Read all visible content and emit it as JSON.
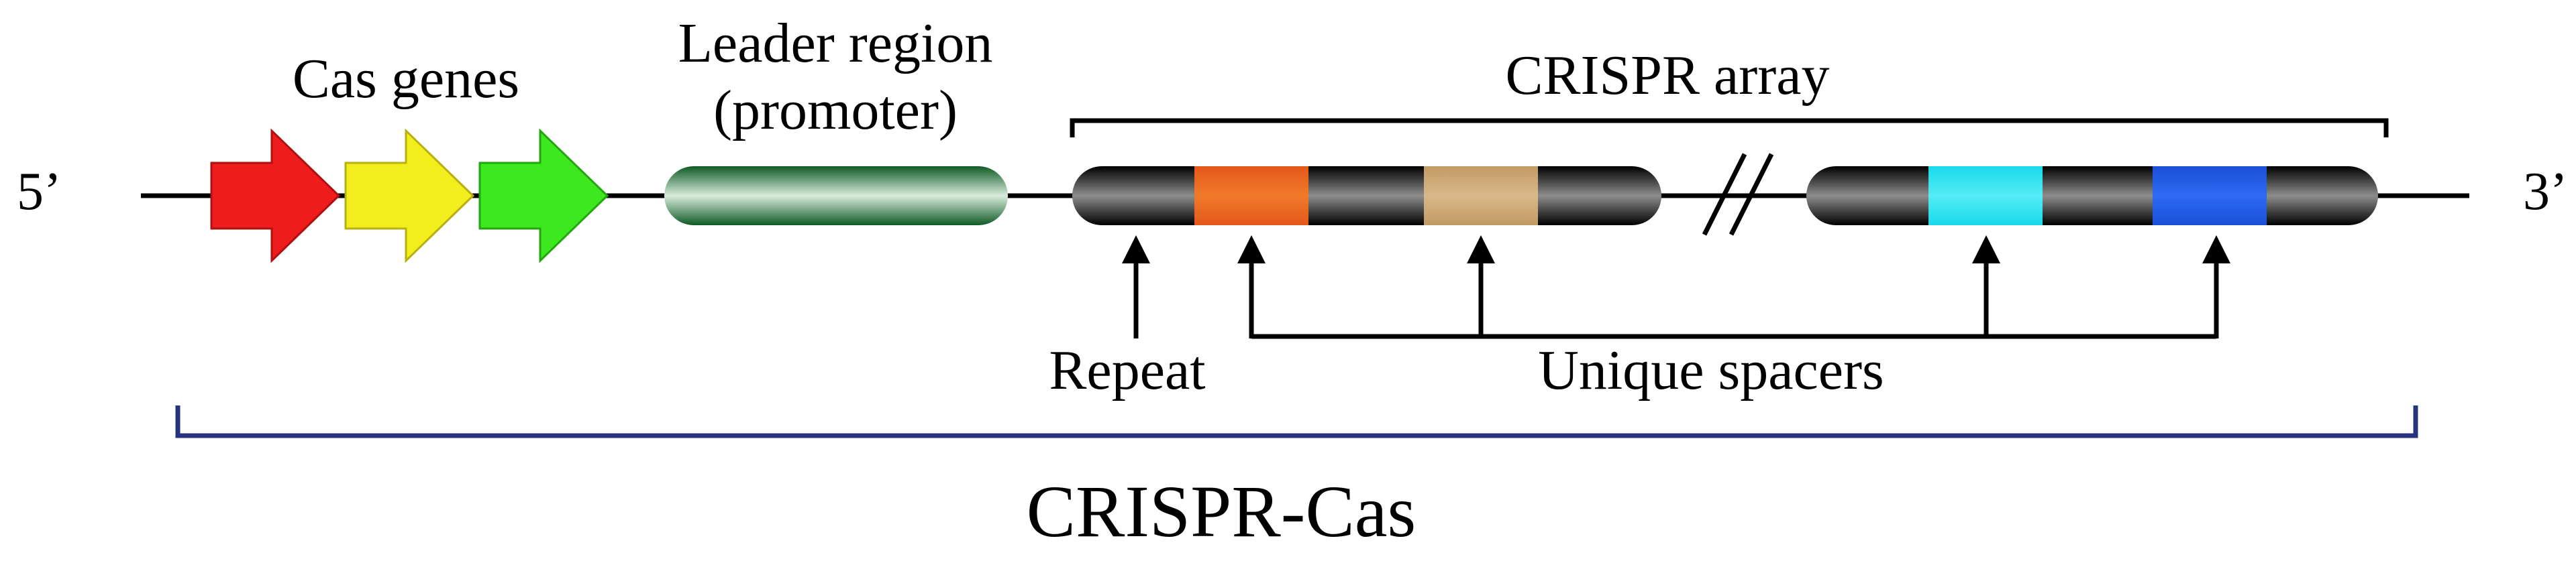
{
  "strand": {
    "five_prime_label": "5’",
    "three_prime_label": "3’"
  },
  "labels": {
    "cas_genes": "Cas genes",
    "leader_line1": "Leader region",
    "leader_line2": "(promoter)",
    "crispr_array": "CRISPR array",
    "repeat": "Repeat",
    "unique_spacers": "Unique spacers",
    "crispr_cas": "CRISPR-Cas"
  },
  "colors": {
    "cas_gene_1": "#ee1c1c",
    "cas_gene_2": "#f2ee1e",
    "cas_gene_3": "#3ee81e",
    "leader_region": "#1d7a3c",
    "repeat": "#111111",
    "spacer_orange": "#ef6a1e",
    "spacer_tan": "#cfac79",
    "spacer_cyan": "#27e4f2",
    "spacer_blue": "#1e5cea",
    "crispr_cas_bracket": "#26327e"
  }
}
